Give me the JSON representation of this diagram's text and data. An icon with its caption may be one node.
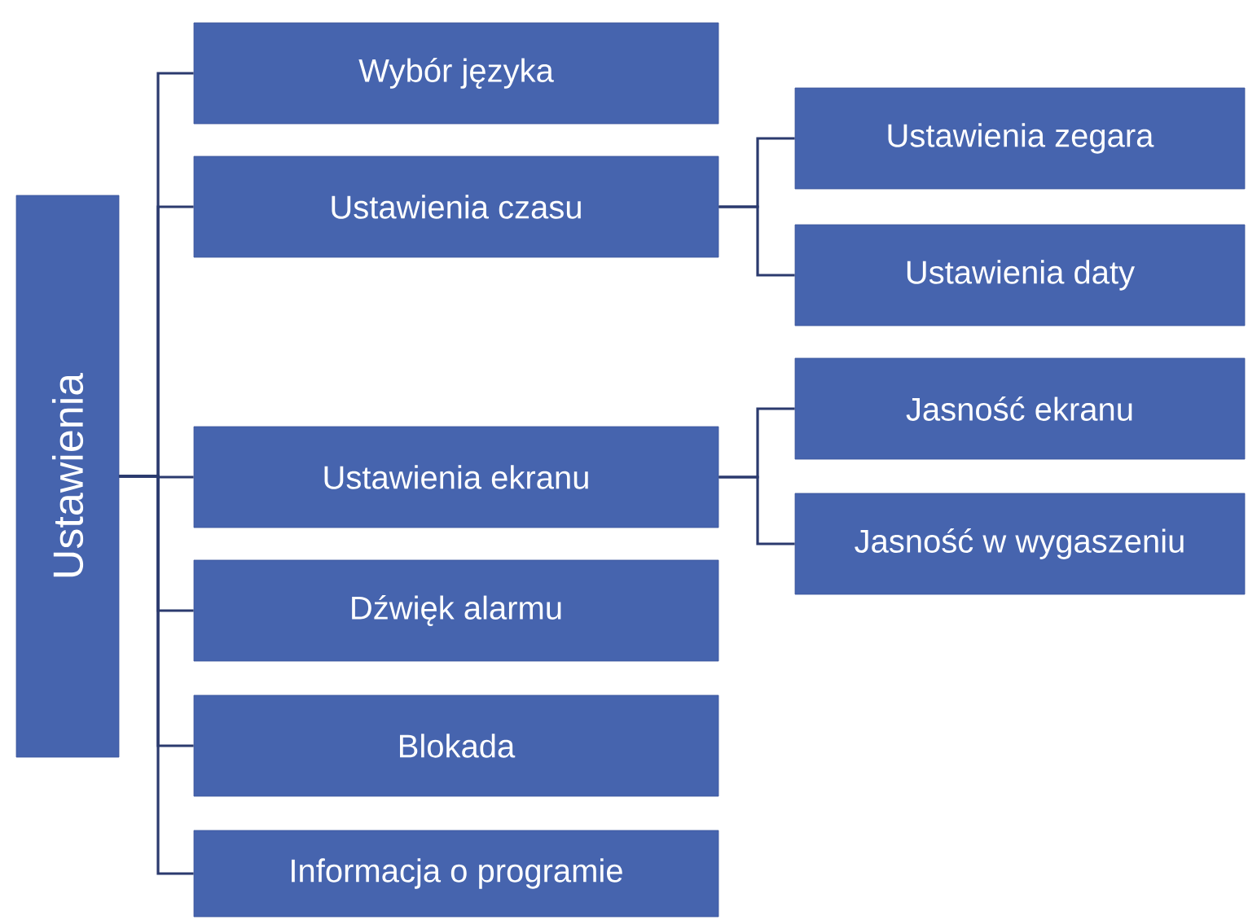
{
  "diagram": {
    "nodes": [
      {
        "text": [
          "Ustawienia"
        ]
      },
      {
        "text": [
          "Wybór języka"
        ]
      },
      {
        "text": [
          "Ustawienia czasu"
        ]
      },
      {
        "text": [
          "Ustawienia zegara"
        ]
      },
      {
        "text": [
          "Ustawienia daty"
        ]
      },
      {
        "text": [
          "Ustawienia ekranu"
        ]
      },
      {
        "text": [
          "Jasność ekranu"
        ]
      },
      {
        "text": [
          "Jasność w wygaszeniu"
        ]
      },
      {
        "text": [
          "Dźwięk alarmu"
        ]
      },
      {
        "text": [
          "Blokada"
        ]
      },
      {
        "text": [
          "Informacja o programie"
        ]
      }
    ],
    "edges": [
      {
        "from": 0,
        "to": 1,
        "arrow": "none"
      },
      {
        "from": 0,
        "to": 2,
        "arrow": "none"
      },
      {
        "from": 0,
        "to": 5,
        "arrow": "none"
      },
      {
        "from": 0,
        "to": 8,
        "arrow": "none"
      },
      {
        "from": 0,
        "to": 9,
        "arrow": "none"
      },
      {
        "from": 0,
        "to": 10,
        "arrow": "none"
      },
      {
        "from": 2,
        "to": 3,
        "arrow": "none"
      },
      {
        "from": 2,
        "to": 4,
        "arrow": "none"
      },
      {
        "from": 5,
        "to": 6,
        "arrow": "none"
      },
      {
        "from": 5,
        "to": 7,
        "arrow": "none"
      }
    ]
  }
}
